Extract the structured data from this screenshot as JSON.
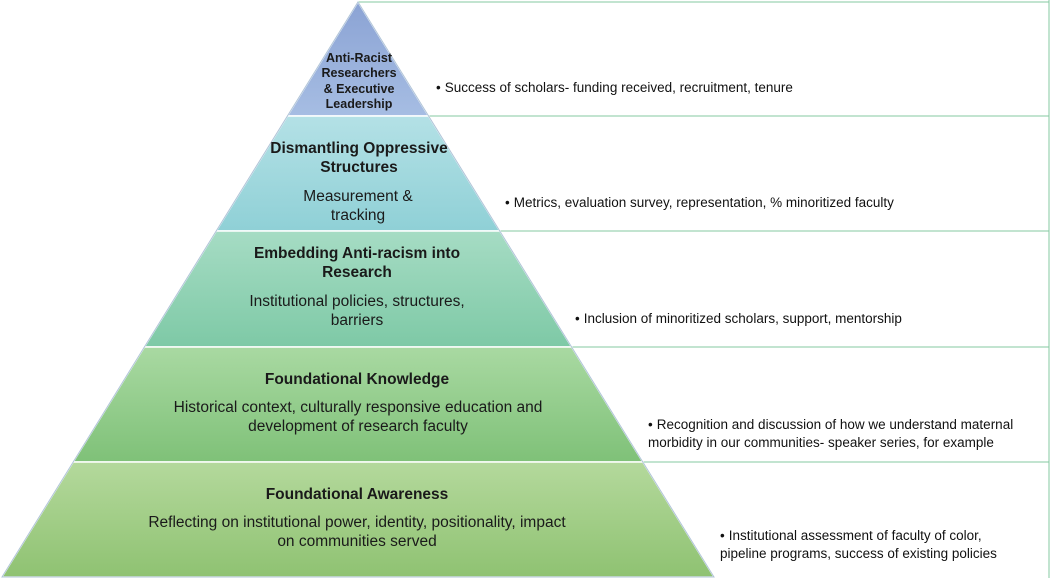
{
  "pyramid": {
    "levels": [
      {
        "id": "top",
        "title": "Anti-Racist Researchers & Executive Leadership",
        "subtitle": "",
        "note": "Success of scholars- funding received, recruitment, tenure",
        "color_top": "#8ba3d4",
        "color_bottom": "#a6bde3"
      },
      {
        "id": "dismantling",
        "title": "Dismantling Oppressive Structures",
        "subtitle": "Measurement & tracking",
        "note": "Metrics, evaluation survey, representation, % minoritized faculty",
        "color_top": "#b4e1e6",
        "color_bottom": "#8fd0d6"
      },
      {
        "id": "embedding",
        "title": "Embedding Anti-racism into Research",
        "subtitle": "Institutional policies, structures, barriers",
        "note": "Inclusion of minoritized scholars, support, mentorship",
        "color_top": "#a6dcc4",
        "color_bottom": "#7ec9a6"
      },
      {
        "id": "knowledge",
        "title": "Foundational Knowledge",
        "subtitle": "Historical context, culturally responsive education and development of research faculty",
        "note": "Recognition and discussion of how we understand maternal morbidity in our communities- speaker series, for example",
        "color_top": "#a9d9a2",
        "color_bottom": "#7fc178"
      },
      {
        "id": "awareness",
        "title": "Foundational Awareness",
        "subtitle": "Reflecting on institutional power, identity, positionality, impact on communities served",
        "note": "Institutional assessment of faculty of color, pipeline programs, success of existing policies",
        "color_top": "#b4d99c",
        "color_bottom": "#8fc272"
      }
    ],
    "connector_color": "#86c8a2",
    "outline_color": "#b0c4d8"
  }
}
